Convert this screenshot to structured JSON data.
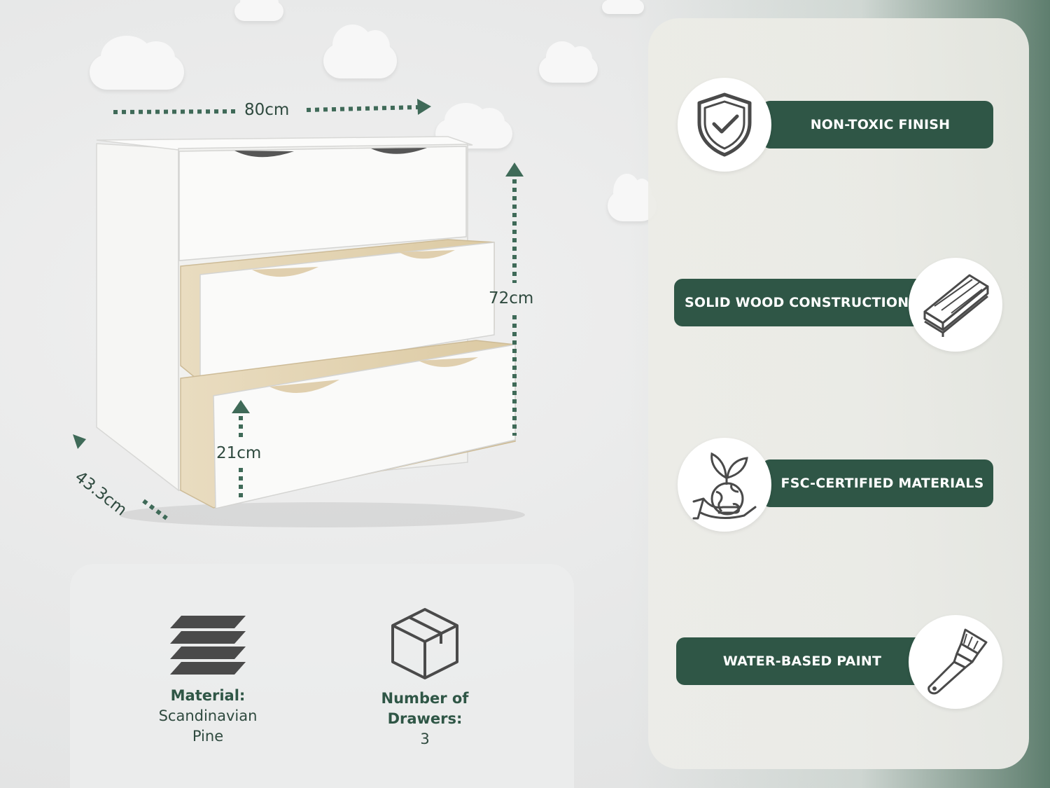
{
  "dimensions": {
    "width": "80cm",
    "height": "72cm",
    "depth": "43.3cm",
    "drawer_height": "21cm"
  },
  "specs": {
    "material": {
      "label": "Material:",
      "value_line1": "Scandinavian",
      "value_line2": "Pine"
    },
    "drawers": {
      "label_line1": "Number of",
      "label_line2": "Drawers:",
      "value": "3"
    }
  },
  "features": [
    {
      "label": "NON-TOXIC FINISH",
      "icon": "shield-check-icon"
    },
    {
      "label": "SOLID WOOD CONSTRUCTION",
      "icon": "wood-planks-icon"
    },
    {
      "label": "FSC-CERTIFIED MATERIALS",
      "icon": "plant-globe-hand-icon"
    },
    {
      "label": "WATER-BASED PAINT",
      "icon": "paintbrush-icon"
    }
  ],
  "colors": {
    "accent": "#2f5646",
    "dimension": "#3f6a58",
    "icon": "#4a4a4a"
  }
}
